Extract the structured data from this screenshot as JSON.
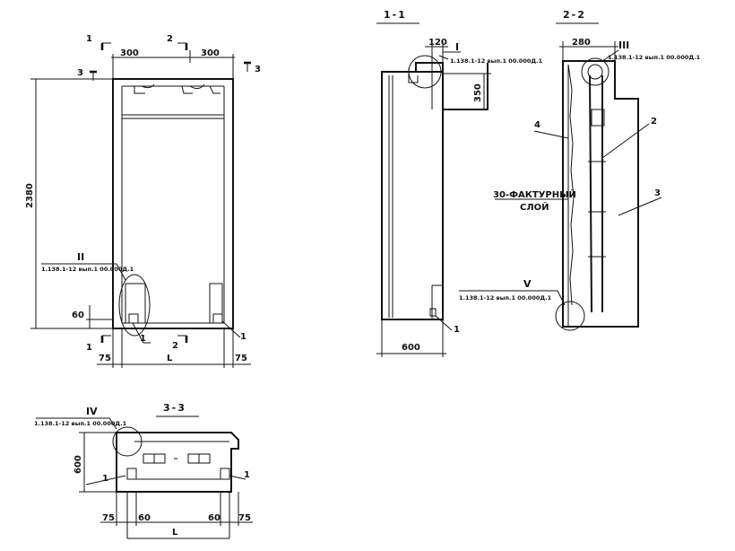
{
  "sections": {
    "s11": "1-1",
    "s22": "2-2",
    "s33": "3-3"
  },
  "dims": {
    "w300a": "300",
    "w300b": "300",
    "h2380": "2380",
    "h60": "60",
    "w75a": "75",
    "wL": "L",
    "w75b": "75",
    "w120": "120",
    "h350": "350",
    "w600": "600",
    "w280": "280",
    "h600": "600",
    "b75a": "75",
    "b60a": "60",
    "b60b": "60",
    "b75b": "75",
    "bL": "L"
  },
  "cut_marks": {
    "c1": "1",
    "c2": "2",
    "c3": "3"
  },
  "nodes": {
    "I": {
      "numeral": "I",
      "ref": "1.138.1-12 вып.1 00.000Д.1"
    },
    "II": {
      "numeral": "II",
      "ref": "1.138.1-12 вып.1 00.000Д.1"
    },
    "III": {
      "numeral": "III",
      "ref": "1.138.1-12 вып.1 00.000Д.1"
    },
    "IV": {
      "numeral": "IV",
      "ref": "1.138.1-12 вып.1 00.000Д.1"
    },
    "V": {
      "numeral": "V",
      "ref": "1.138.1-12 вып.1 00.000Д.1"
    }
  },
  "positions": {
    "p1": "1",
    "p2": "2",
    "p3": "3",
    "p4": "4"
  },
  "notes": {
    "layer1": "30-ФАКТУРНЫЙ",
    "layer2": "СЛОЙ"
  }
}
